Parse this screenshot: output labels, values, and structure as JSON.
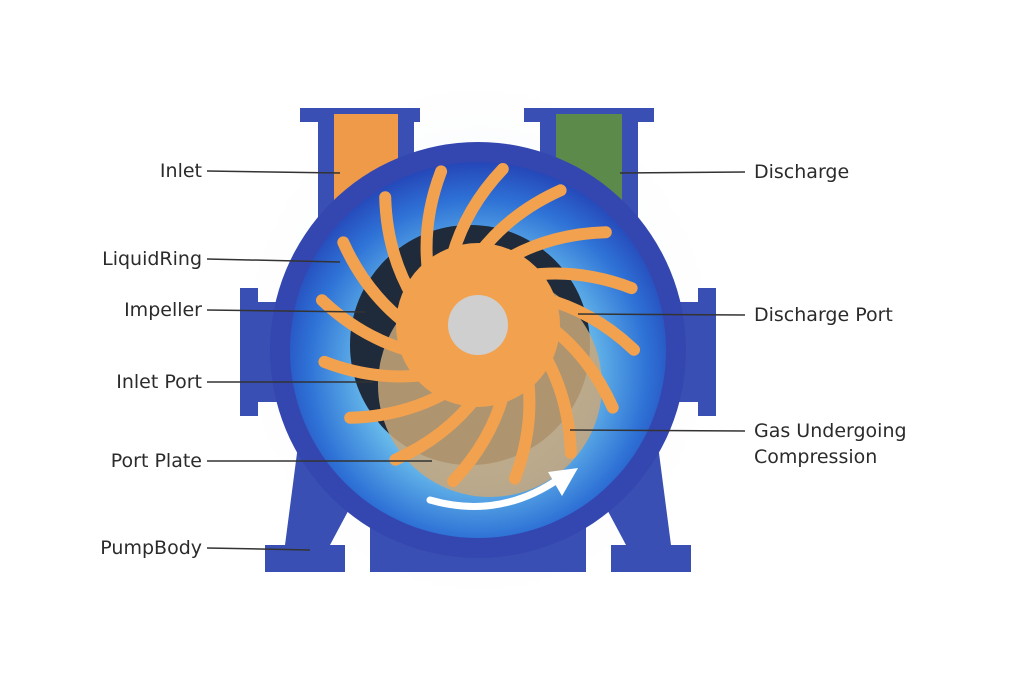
{
  "labels": {
    "inlet": "Inlet",
    "liquid_ring": "LiquidRing",
    "impeller": "Impeller",
    "inlet_port": "Inlet Port",
    "port_plate": "Port Plate",
    "pump_body": "PumpBody",
    "discharge": "Discharge",
    "discharge_port": "Discharge Port",
    "gas_compression_line1": "Gas Undergoing",
    "gas_compression_line2": "Compression"
  },
  "colors": {
    "casing": "#3a4fb3",
    "casing_edge": "#2c3a94",
    "ring_outer": "#2f56c9",
    "ring_inner": "#8fd0f2",
    "impeller": "#f2a24e",
    "inlet_pipe": "#ee9a48",
    "discharge_pipe": "#5c8a4a",
    "hub": "#c9c9c9",
    "port_plate": "#c9a77a",
    "gas_pocket": "#1f2a3a",
    "leader_line": "#333333"
  },
  "icons": {
    "rotation": "clockwise-rotation-arrow"
  }
}
